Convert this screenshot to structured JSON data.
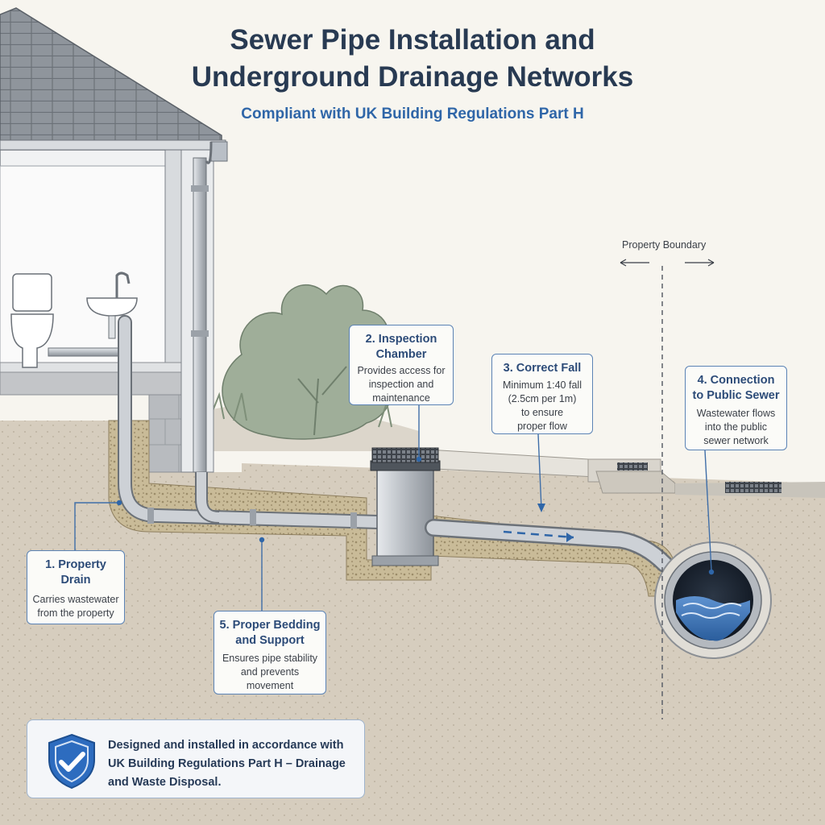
{
  "header": {
    "title_line1": "Sewer Pipe Installation and",
    "title_line2": "Underground Drainage Networks",
    "subtitle": "Compliant with UK Building Regulations Part H"
  },
  "boundary": {
    "label": "Property Boundary"
  },
  "callouts": [
    {
      "id": "property-drain",
      "heading": [
        "1. Property",
        "Drain"
      ],
      "body": [
        "Carries wastewater",
        "from the property"
      ]
    },
    {
      "id": "inspection-chamber",
      "heading": [
        "2. Inspection",
        "Chamber"
      ],
      "body": [
        "Provides access for",
        "inspection and",
        "maintenance"
      ]
    },
    {
      "id": "correct-fall",
      "heading": [
        "3. Correct Fall"
      ],
      "body": [
        "Minimum 1:40 fall",
        "(2.5cm per 1m)",
        "to ensure",
        "proper flow"
      ]
    },
    {
      "id": "public-sewer",
      "heading": [
        "4. Connection",
        "to Public Sewer"
      ],
      "body": [
        "Wastewater flows",
        "into the public",
        "sewer network"
      ]
    },
    {
      "id": "bedding",
      "heading": [
        "5. Proper Bedding",
        "and Support"
      ],
      "body": [
        "Ensures pipe stability",
        "and prevents",
        "movement"
      ]
    }
  ],
  "compliance": {
    "text": "Designed and installed in accordance with UK Building Regulations Part H – Drainage and Waste Disposal.",
    "icon": "shield-check-icon"
  },
  "colors": {
    "title": "#283a52",
    "accent": "#2f66a8",
    "callout_border": "#5b83b5",
    "soil": "#d3cabb",
    "pipe": "#b9bfc6",
    "water": "#2f66a8"
  }
}
